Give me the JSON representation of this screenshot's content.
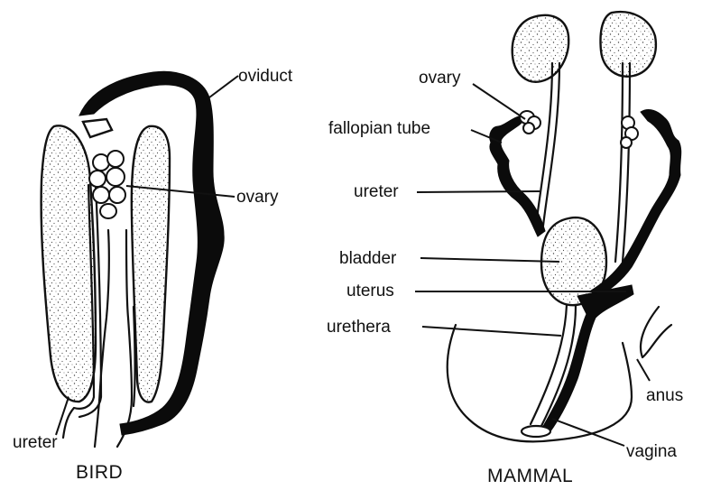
{
  "bird": {
    "caption": "BIRD",
    "labels": {
      "oviduct": "oviduct",
      "ovary": "ovary",
      "ureter": "ureter"
    }
  },
  "mammal": {
    "caption": "MAMMAL",
    "labels": {
      "ovary": "ovary",
      "fallopian_tube": "fallopian tube",
      "ureter": "ureter",
      "bladder": "bladder",
      "uterus": "uterus",
      "urethera": "urethera",
      "anus": "anus",
      "vagina": "vagina"
    }
  },
  "colors": {
    "ink": "#111111",
    "duct_fill": "#0b0b0b",
    "paper": "#ffffff"
  }
}
